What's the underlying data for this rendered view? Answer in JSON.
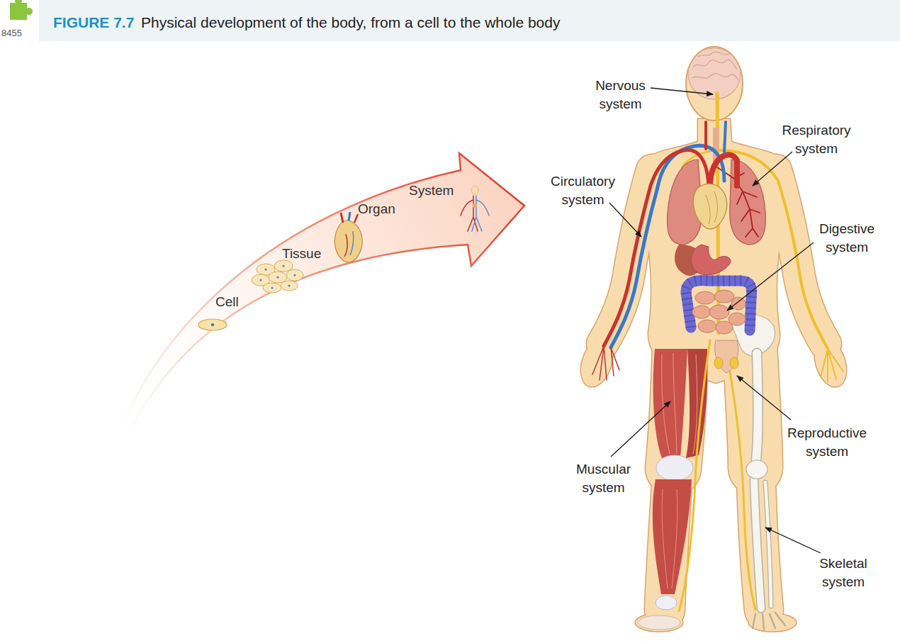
{
  "diagram": {
    "title": "Physical development of the body, from a cell to the whole body",
    "labels": [
      "8455",
      "FIGURE 7.7",
      "Nervous system",
      "Respiratory system",
      "Circulatory system",
      "Digestive system",
      "System",
      "Organ",
      "Tissue",
      "Cell",
      "Reproductive system",
      "Muscular system",
      "Skeletal system"
    ]
  }
}
